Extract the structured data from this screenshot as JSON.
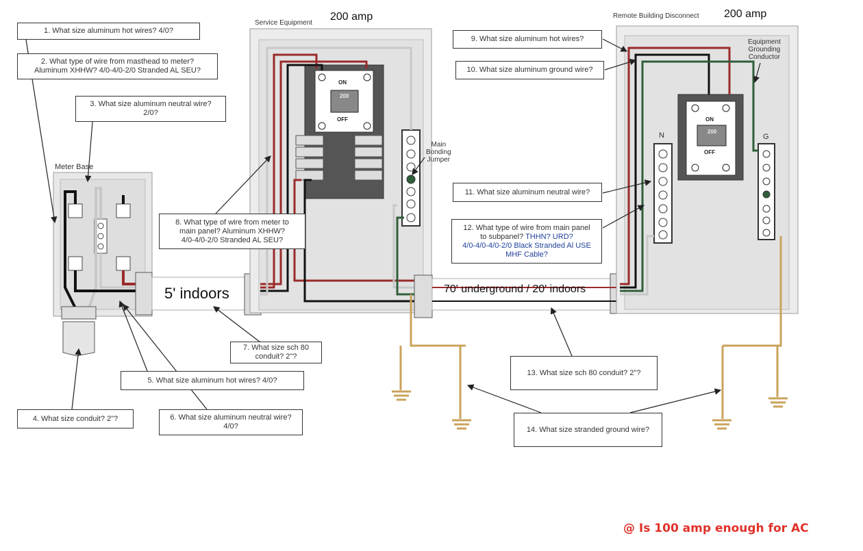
{
  "titles": {
    "service_equipment": "Service Equipment",
    "service_amp": "200 amp",
    "remote_disconnect": "Remote Building Disconnect",
    "remote_amp": "200 amp",
    "meter_base": "Meter Base",
    "main_bonding_jumper": [
      "Main",
      "Bonding",
      "Jumper"
    ],
    "equipment_grounding_conductor": [
      "Equipment",
      "Grounding",
      "Conductor"
    ],
    "neutral_bar_label": "N",
    "ground_bar_label": "G",
    "conduit_indoors": "5' indoors",
    "conduit_underground": "70' underground / 20' indoors",
    "breaker_on": "ON",
    "breaker_off": "OFF",
    "breaker_rating": "200"
  },
  "questions": {
    "q1": "1. What size aluminum hot wires? 4/0?",
    "q2_line1": "2. What type of wire from masthead to meter?",
    "q2_line2": "Aluminum XHHW? 4/0-4/0-2/0 Stranded AL SEU?",
    "q3_line1": "3. What size aluminum neutral wire?",
    "q3_line2": "2/0?",
    "q4": "4. What size conduit? 2\"?",
    "q5": "5. What size aluminum hot wires? 4/0?",
    "q6_line1": "6. What size aluminum neutral wire?",
    "q6_line2": "4/0?",
    "q7_line1": "7. What size sch 80",
    "q7_line2": "conduit? 2\"?",
    "q8_line1": "8. What type of wire from meter to",
    "q8_line2": "main panel? Aluminum XHHW?",
    "q8_line3": "4/0-4/0-2/0 Stranded AL SEU?",
    "q9": "9. What size aluminum hot wires?",
    "q10": "10. What size aluminum ground wire?",
    "q11": "11. What size aluminum neutral wire?",
    "q12_line1": "12. What type of wire from main panel",
    "q12_line2": "to subpanel?",
    "q12_line2_blue": "THHN? URD?",
    "q12_line3": "4/0-4/0-4/0-2/0 Black Stranded Al USE",
    "q12_line4": "MHF Cable?",
    "q13": "13. What size sch 80 conduit? 2\"?",
    "q14": "14. What size stranded ground wire?"
  },
  "watermark": "@ Is 100 amp enough for AC",
  "colors": {
    "hot_wire": "#9b2a2a",
    "neutral_wire": "#c8c8c8",
    "ground_wire": "#2f5e3a",
    "black_wire": "#111111",
    "ground_rod": "#c9a35b",
    "watermark": "#e0322b"
  }
}
